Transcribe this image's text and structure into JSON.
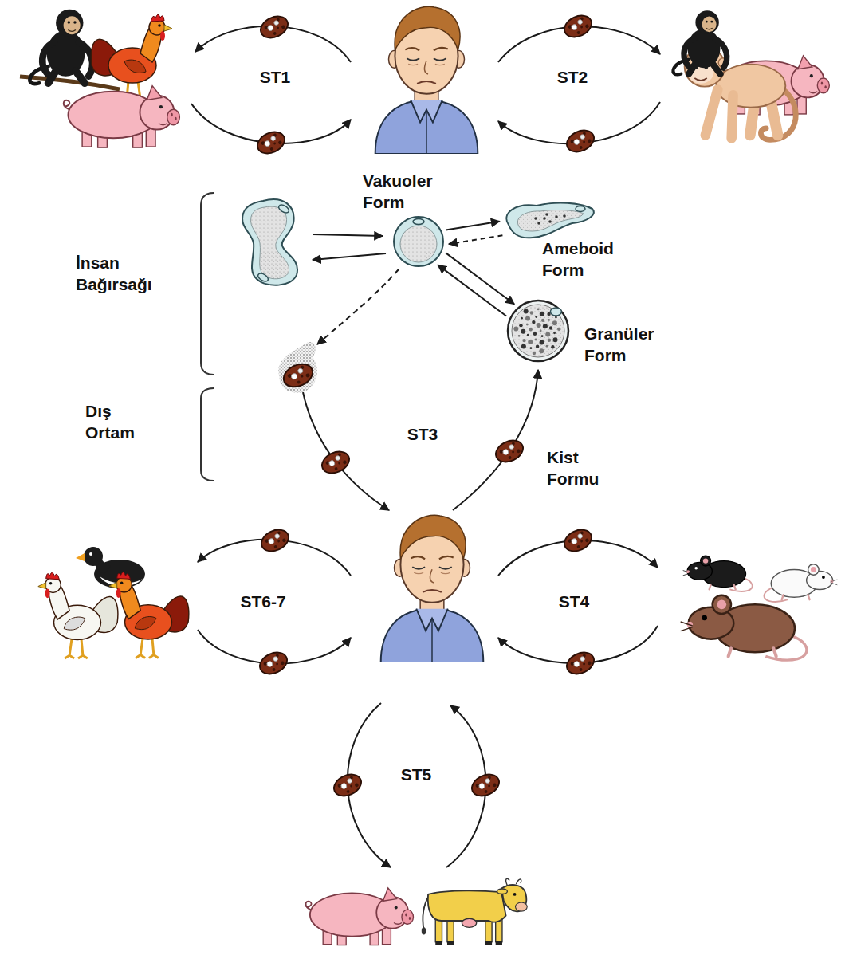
{
  "diagram": {
    "nodes": [
      {
        "text": [
          "Vakuoler Form"
        ]
      },
      {
        "text": [
          "Ameboid Form"
        ]
      },
      {
        "text": [
          "Granüler Form"
        ]
      }
    ],
    "edges": [
      {
        "from": 0,
        "to": 1,
        "arrow": "to"
      },
      {
        "from": 1,
        "to": 0,
        "arrow": "to"
      },
      {
        "from": 0,
        "to": 2,
        "arrow": "to"
      },
      {
        "from": 2,
        "to": 0,
        "arrow": "to"
      }
    ],
    "labels": [
      "ST1",
      "ST2",
      "İnsan Bağırsağı",
      "Dış Ortam",
      "ST3",
      "Kist Formu",
      "ST6-7",
      "ST4",
      "ST5"
    ]
  }
}
